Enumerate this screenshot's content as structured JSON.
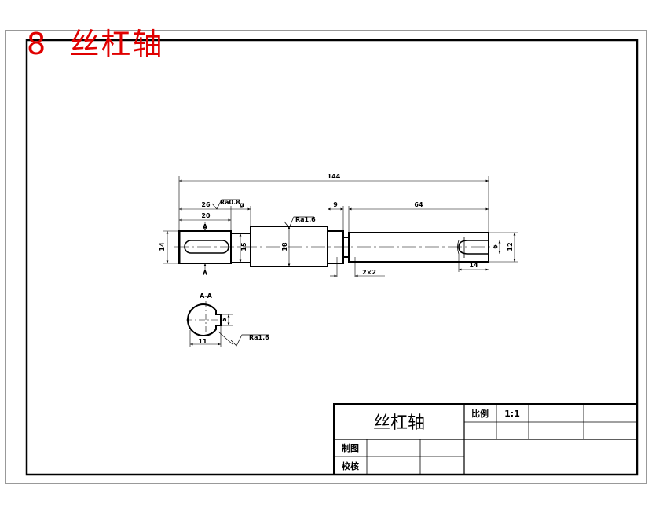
{
  "heading": {
    "number": "8",
    "title": "丝杠轴",
    "color": "#e00000"
  },
  "drawing": {
    "dimensions": {
      "total_length": "144",
      "left_shoulder_length": "26",
      "keyway_length": "20",
      "groove_width": "9",
      "right_journal_length": "64",
      "left_end_diameter": "14",
      "step_diameter": "15",
      "body_diameter": "18",
      "groove_callout": "2×2",
      "right_end_slot_length": "14",
      "right_end_inner": "6",
      "right_end_diameter": "12"
    },
    "roughness": {
      "left": "Ra0.8",
      "body": "Ra1.6",
      "section": "Ra1.6"
    },
    "tolerance_letter": "g",
    "section": {
      "marker": "A",
      "title": "A-A",
      "key_width": "5",
      "depth": "11"
    }
  },
  "title_block": {
    "part_name": "丝杠轴",
    "scale_label": "比例",
    "scale_value": "1:1",
    "drawn_by_label": "制图",
    "checked_by_label": "校核"
  }
}
